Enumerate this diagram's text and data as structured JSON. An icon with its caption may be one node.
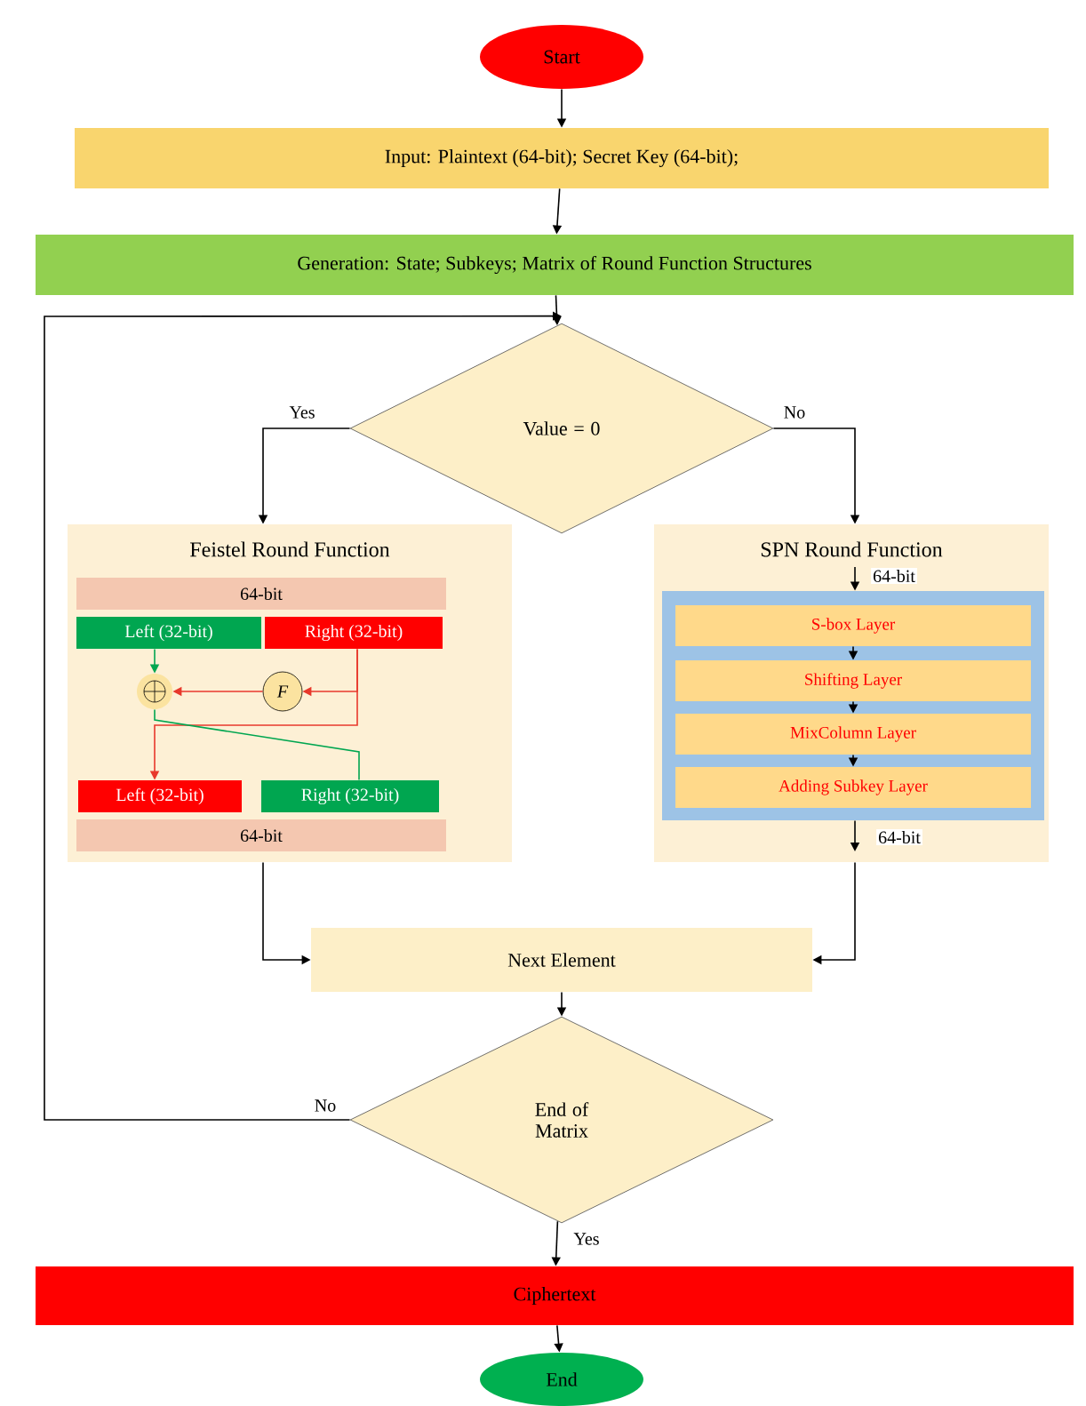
{
  "diagram": {
    "nodes": [
      {
        "text": [
          "Start"
        ]
      },
      {
        "text": [
          "Input: Plaintext (64-bit); Secret Key (64-bit);"
        ]
      },
      {
        "text": [
          "Generation: State; Subkeys; Matrix of Round Function Structures"
        ]
      },
      {
        "text": [
          "Value = 0"
        ]
      },
      {
        "text": [
          "Feistel Round Function"
        ]
      },
      {
        "text": [
          "64-bit"
        ],
        "in": 4
      },
      {
        "text": [
          "Left (32-bit)"
        ],
        "in": 4
      },
      {
        "text": [
          "Right (32-bit)"
        ],
        "in": 4
      },
      {
        "text": [],
        "shape": "circle",
        "in": 4
      },
      {
        "text": [
          "F"
        ],
        "in": 4
      },
      {
        "text": [
          "Left (32-bit)"
        ],
        "in": 4
      },
      {
        "text": [
          "Right (32-bit)"
        ],
        "in": 4
      },
      {
        "text": [
          "64-bit"
        ],
        "in": 4
      },
      {
        "text": [
          "SPN Round Function"
        ]
      },
      {
        "text": [],
        "shape": "box",
        "in": 13
      },
      {
        "text": [
          "S-box Layer"
        ],
        "in": 14
      },
      {
        "text": [
          "Shifting Layer"
        ],
        "in": 14
      },
      {
        "text": [
          "MixColumn Layer"
        ],
        "in": 14
      },
      {
        "text": [
          "Adding Subkey Layer"
        ],
        "in": 14
      },
      {
        "text": [
          "Next Element"
        ]
      },
      {
        "text": [
          "End of Matrix"
        ]
      },
      {
        "text": [
          "Ciphertext"
        ]
      },
      {
        "text": [
          "End"
        ]
      }
    ],
    "edges": [
      {
        "from": 0,
        "to": 1,
        "arrow": "to"
      },
      {
        "from": 1,
        "to": 2,
        "arrow": "to"
      },
      {
        "from": 2,
        "to": 3,
        "arrow": "to"
      },
      {
        "from": 3,
        "to": 4,
        "arrow": "to",
        "label": "Yes"
      },
      {
        "from": 3,
        "to": 13,
        "arrow": "to",
        "label": "No"
      },
      {
        "from": 6,
        "to": 8,
        "arrow": "to",
        "color": "#00a650"
      },
      {
        "from": 7,
        "to": 9,
        "arrow": "to",
        "color": "#e8392c"
      },
      {
        "from": 9,
        "to": 8,
        "arrow": "to",
        "color": "#e8392c"
      },
      {
        "from": 7,
        "to": 10,
        "arrow": "to",
        "color": "#e8392c"
      },
      {
        "from": 8,
        "to": 11,
        "arrow": "none",
        "color": "#00a650"
      },
      {
        "from": 15,
        "to": 16,
        "arrow": "to"
      },
      {
        "from": 16,
        "to": 17,
        "arrow": "to"
      },
      {
        "from": 17,
        "to": 18,
        "arrow": "to"
      },
      {
        "from": null,
        "to": 14,
        "arrow": "to",
        "label": "64-bit"
      },
      {
        "from": 14,
        "to": null,
        "arrow": "to",
        "label": "64-bit"
      },
      {
        "from": 4,
        "to": 19,
        "arrow": "to"
      },
      {
        "from": 13,
        "to": 19,
        "arrow": "to"
      },
      {
        "from": 19,
        "to": 20,
        "arrow": "to"
      },
      {
        "from": 20,
        "to": 3,
        "arrow": "to",
        "label": "No"
      },
      {
        "from": 20,
        "to": 21,
        "arrow": "to",
        "label": "Yes"
      },
      {
        "from": 21,
        "to": 22,
        "arrow": "to"
      }
    ]
  }
}
